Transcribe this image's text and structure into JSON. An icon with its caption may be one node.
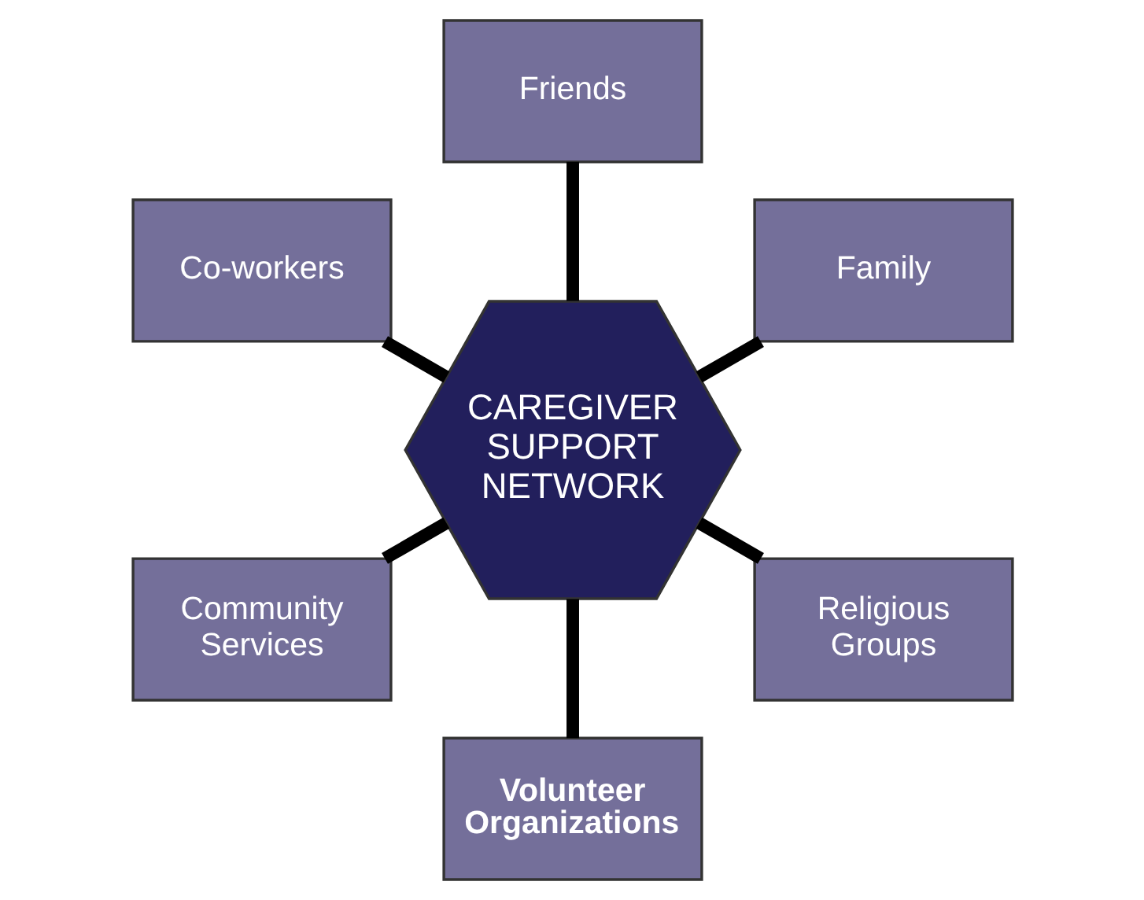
{
  "diagram": {
    "nodes": [
      {
        "text": [
          "CAREGIVER SUPPORT NETWORK"
        ]
      },
      {
        "text": [
          "Family"
        ]
      },
      {
        "text": [
          "Friends"
        ]
      },
      {
        "text": [
          "Co-workers"
        ]
      },
      {
        "text": [
          "Community Services"
        ]
      },
      {
        "text": [
          "Volunteer Organizations"
        ]
      },
      {
        "text": [
          "Religious Groups"
        ]
      }
    ],
    "edges": [
      {
        "from": 0,
        "to": 1,
        "arrow": "none"
      },
      {
        "from": 0,
        "to": 2,
        "arrow": "none"
      },
      {
        "from": 0,
        "to": 3,
        "arrow": "none"
      },
      {
        "from": 0,
        "to": 4,
        "arrow": "none"
      },
      {
        "from": 0,
        "to": 5,
        "arrow": "none"
      },
      {
        "from": 0,
        "to": 6,
        "arrow": "none"
      }
    ]
  }
}
